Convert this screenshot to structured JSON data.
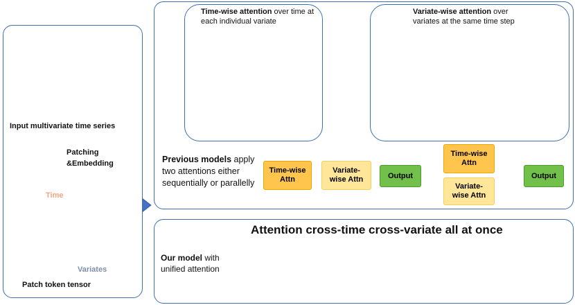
{
  "left_panel": {
    "input_label": "Input multivariate time series",
    "patching_label_1": "Patching",
    "patching_label_2": "&Embedding",
    "time_label": "Time",
    "variates_label": "Variates",
    "tensor_label": "Patch token tensor"
  },
  "top_panel": {
    "timewise_title_bold": "Time-wise attention",
    "timewise_title_rest_1": " over time at",
    "timewise_title_rest_2": "each individual variate",
    "variatewise_title_bold": "Variate-wise attention",
    "variatewise_title_rest_1": " over",
    "variatewise_title_rest_2": "variates at the same time step",
    "previous_bold": "Previous models",
    "previous_rest_1": " apply",
    "previous_line_2": "two attentions either",
    "previous_line_3": "sequentially or parallelly",
    "seq_box_1": [
      "Time-wise",
      "Attn"
    ],
    "seq_box_2": [
      "Variate-",
      "wise Attn"
    ],
    "seq_output": "Output",
    "par_box_1": [
      "Time-wise",
      "Attn"
    ],
    "par_box_2": [
      "Variate-",
      "wise Attn"
    ],
    "par_output": "Output"
  },
  "bottom_panel": {
    "title": "Attention cross-time cross-variate all at once",
    "our_bold": "Our model",
    "our_rest": " with",
    "our_line_2": "unified attention"
  },
  "colors": {
    "orange": "#f4a582",
    "green": "#a9d18e",
    "blue": "#8faadc",
    "yellow": "#ffc000",
    "panel_border": "#3a6fb0",
    "arrow": "#4472c4",
    "output_green": "#70c04a"
  }
}
